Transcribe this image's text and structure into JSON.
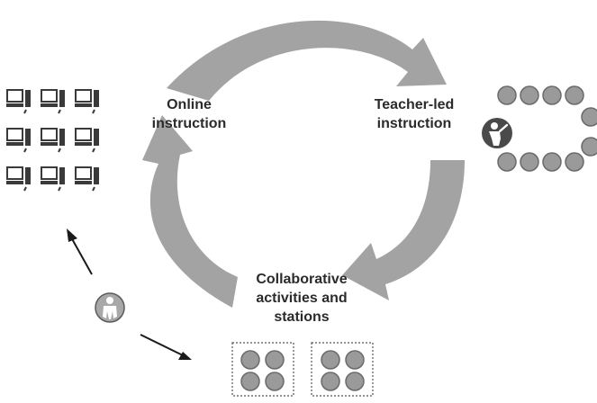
{
  "stages": [
    {
      "id": "online",
      "lines": [
        "Online",
        "instruction"
      ]
    },
    {
      "id": "teacher",
      "lines": [
        "Teacher-led",
        "instruction"
      ]
    },
    {
      "id": "collab",
      "lines": [
        "Collaborative",
        "activities and",
        "stations"
      ]
    }
  ],
  "colors": {
    "arrow": "#a3a3a3",
    "student": "#9a9a9a",
    "student_stroke": "#6a6a6a",
    "teacher_badge": "#4a4a4a",
    "computer": "#3a3a3a",
    "text": "#2b2b2b"
  },
  "icons": {
    "computer": "computer-workstation-icon",
    "student": "student-seat-icon",
    "teacher": "teacher-icon",
    "person": "student-person-icon"
  }
}
